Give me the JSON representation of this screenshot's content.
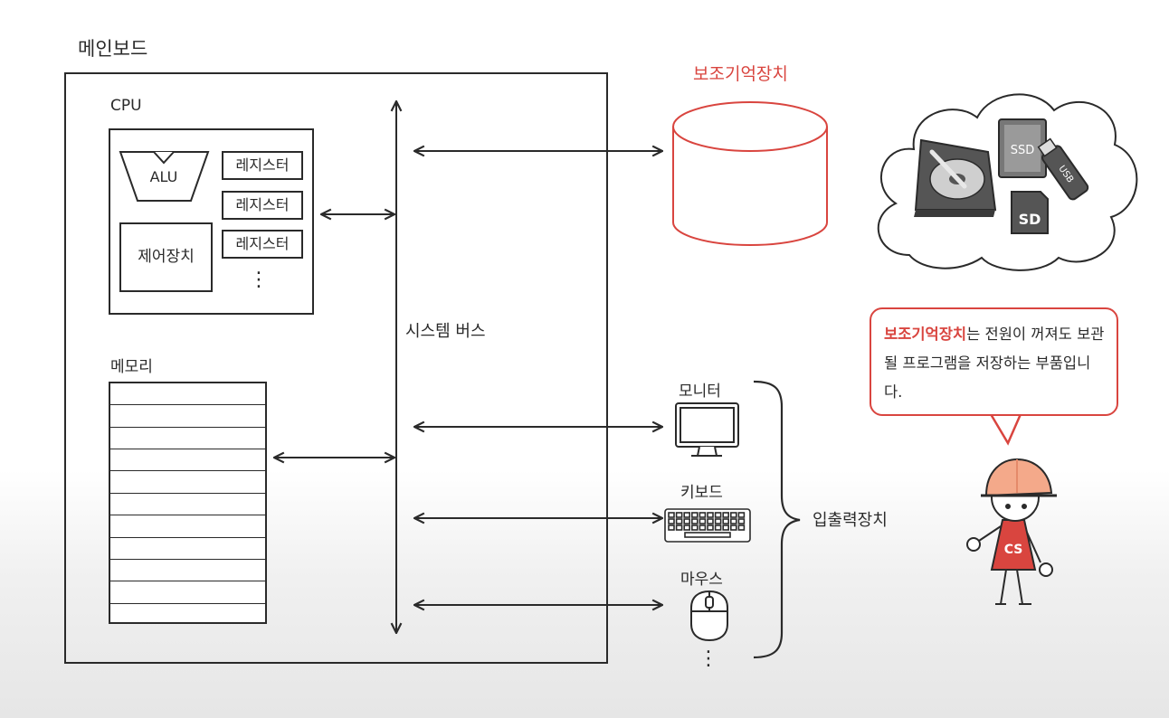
{
  "mainboard": {
    "title": "메인보드",
    "cpu": {
      "title": "CPU",
      "alu": "ALU",
      "control_unit": "제어장치",
      "registers": [
        "레지스터",
        "레지스터",
        "레지스터"
      ],
      "more": "⋮"
    },
    "memory": {
      "title": "메모리"
    },
    "system_bus": "시스템 버스"
  },
  "storage": {
    "title": "보조기억장치",
    "device_labels": {
      "ssd": "SSD",
      "sd": "SD",
      "usb": "USB"
    }
  },
  "io": {
    "group_label": "입출력장치",
    "devices": [
      "모니터",
      "키보드",
      "마우스"
    ],
    "more": "⋮"
  },
  "callout": {
    "highlight": "보조기억장치",
    "text": "는 전원이 꺼져도 보관될 프로그램을 저장하는 부품입니다."
  },
  "mascot": {
    "shirt_label": "CS"
  },
  "colors": {
    "accent": "#d9453f",
    "ink": "#2a2a2a"
  }
}
